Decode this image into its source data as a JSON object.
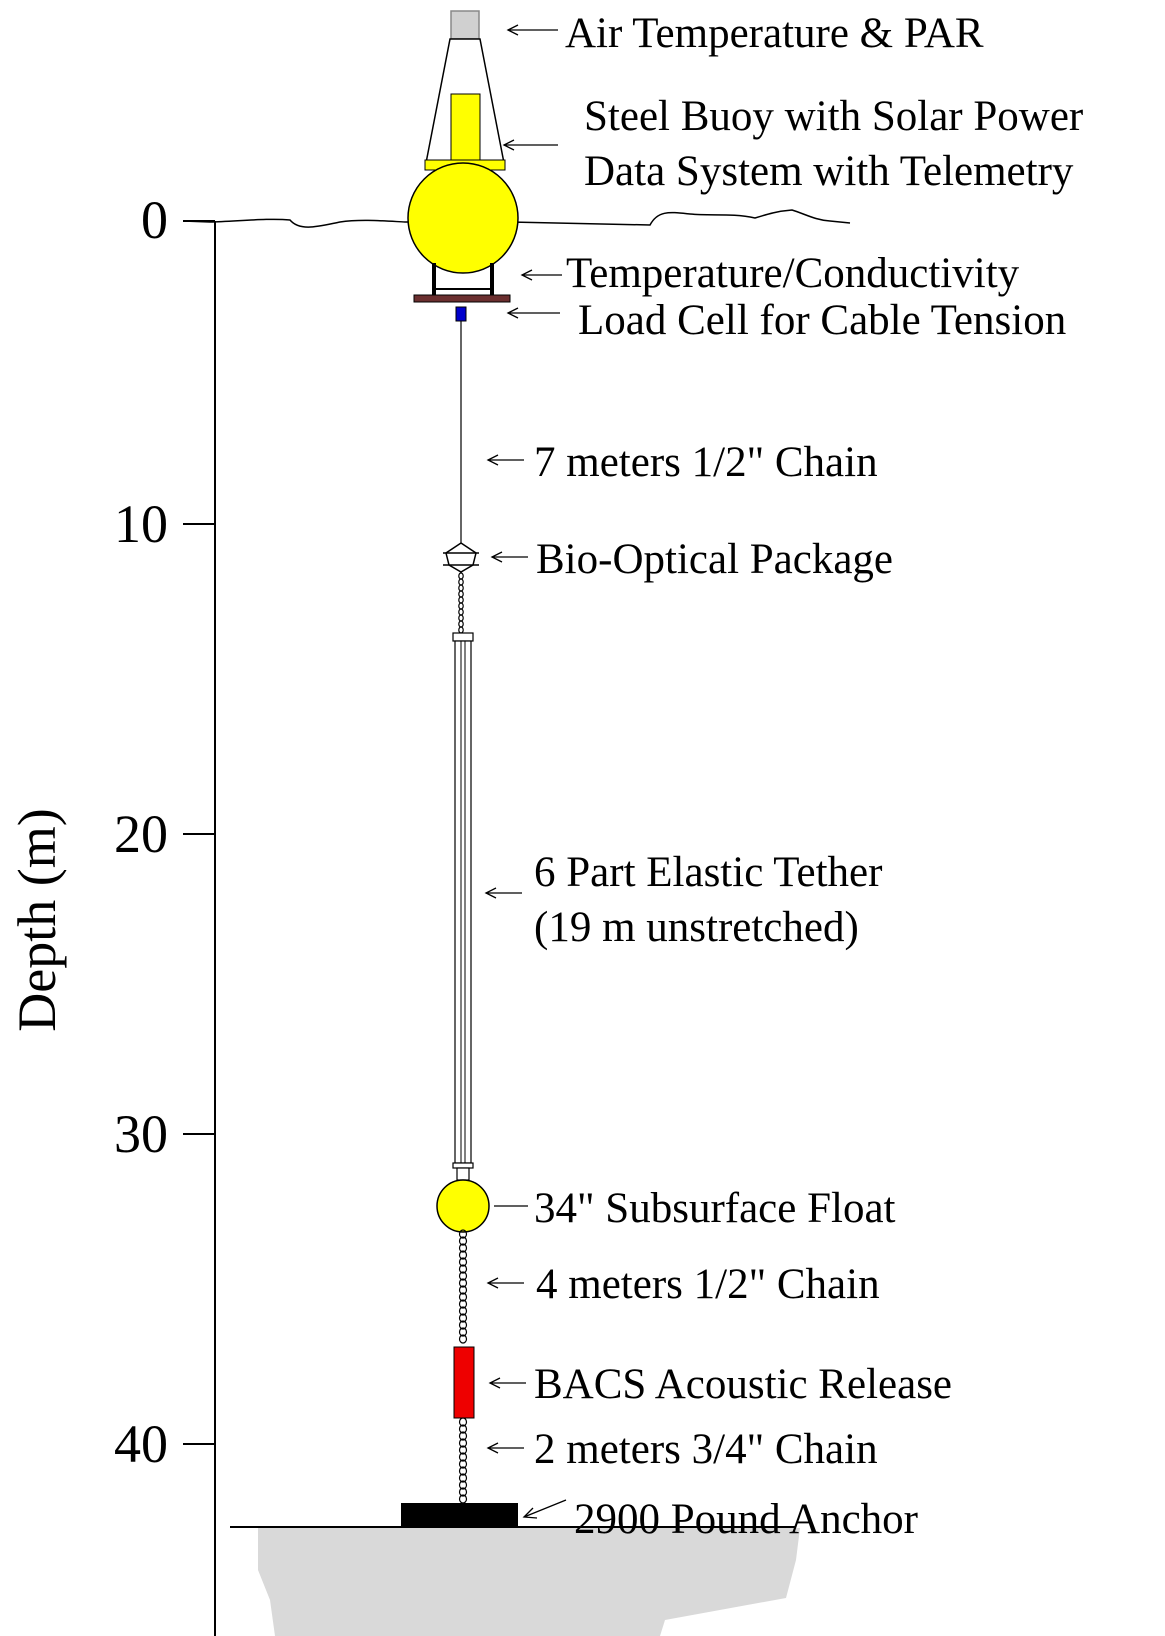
{
  "axis": {
    "title": "Depth (m)",
    "ticks": [
      "0",
      "10",
      "20",
      "30",
      "40"
    ]
  },
  "labels": {
    "air_temp": "Air Temperature & PAR",
    "buoy_line1": "Steel Buoy with Solar Power",
    "buoy_line2": "Data System with Telemetry",
    "temp_cond": "Temperature/Conductivity",
    "load_cell": "Load Cell for Cable Tension",
    "chain_7m": "7 meters 1/2\" Chain",
    "bio_optical": "Bio-Optical Package",
    "tether_line1": "6 Part Elastic Tether",
    "tether_line2": "(19 m unstretched)",
    "float": "34\" Subsurface Float",
    "chain_4m": "4 meters 1/2\" Chain",
    "release": "BACS Acoustic Release",
    "chain_2m": "2 meters 3/4\" Chain",
    "anchor": "2900 Pound Anchor"
  },
  "colors": {
    "buoy": "#ffff00",
    "load_cell": "#0000cc",
    "acoustic_release": "#ee0000",
    "anchor": "#000000",
    "seafloor": "#d9d9d9",
    "platform": "#6b2f2f",
    "sensor_box": "#d0d0d0"
  }
}
